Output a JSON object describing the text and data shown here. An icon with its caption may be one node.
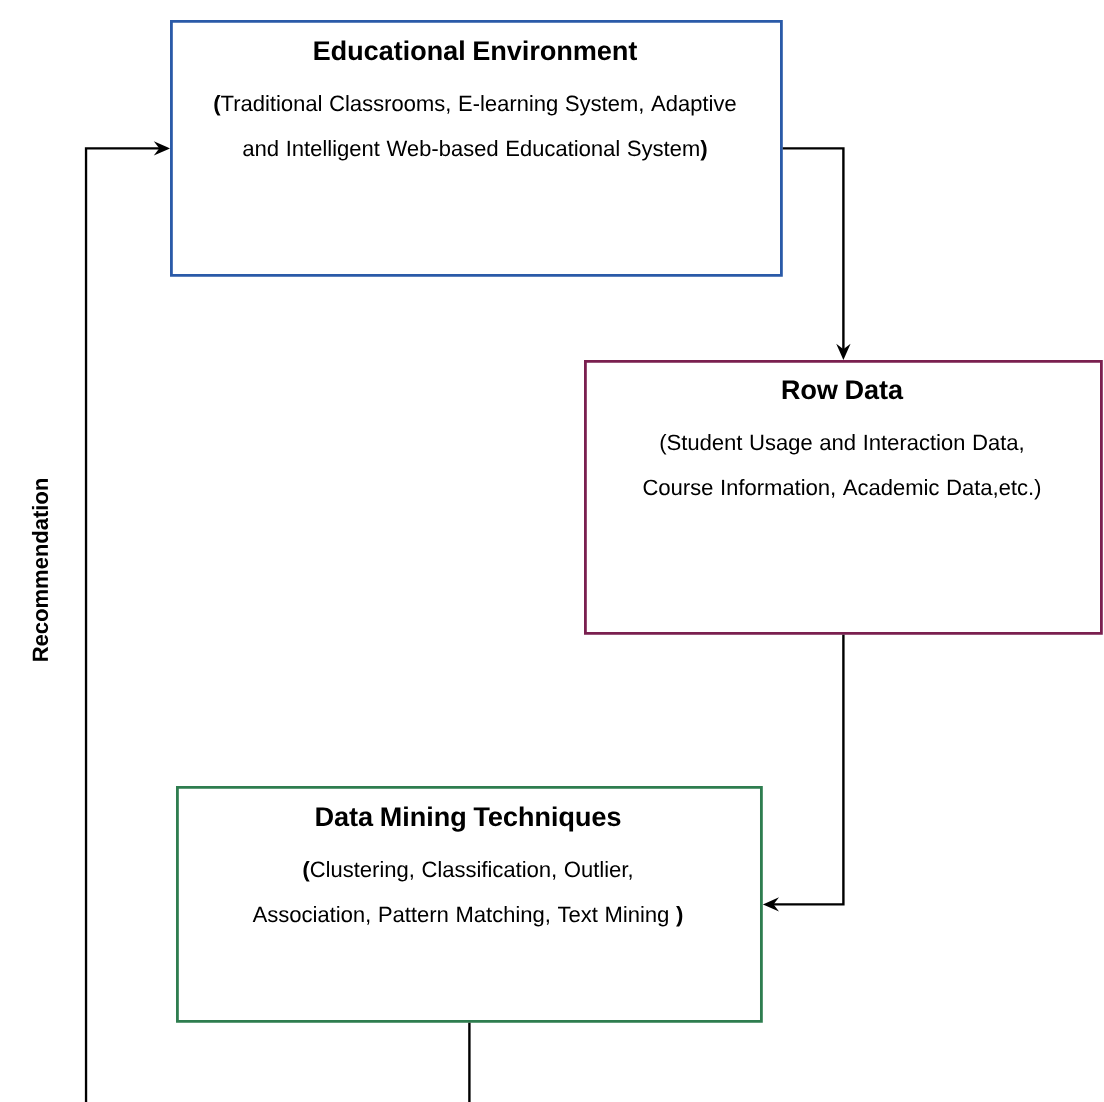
{
  "diagram": {
    "nodes": [
      {
        "text": [
          "Educational Environment",
          "**(**Traditional Classrooms, E-learning System, Adaptive and Intelligent Web-based Educational System**)**"
        ]
      },
      {
        "text": [
          "Row Data",
          "(Student Usage and Interaction Data, Course Information, Academic Data,etc.)"
        ]
      },
      {
        "text": [
          "Data Mining Techniques",
          "**(**Clustering, Classification, Outlier, Association, Pattern Matching, Text Mining **)**"
        ]
      }
    ],
    "edges": [
      {
        "from": 0,
        "to": 1,
        "arrow": "to"
      },
      {
        "from": 1,
        "to": 2,
        "arrow": "to"
      },
      {
        "from": 2,
        "to": null,
        "arrow": "none"
      },
      {
        "from": null,
        "to": 0,
        "arrow": "to",
        "label": "Recommendation"
      }
    ]
  }
}
